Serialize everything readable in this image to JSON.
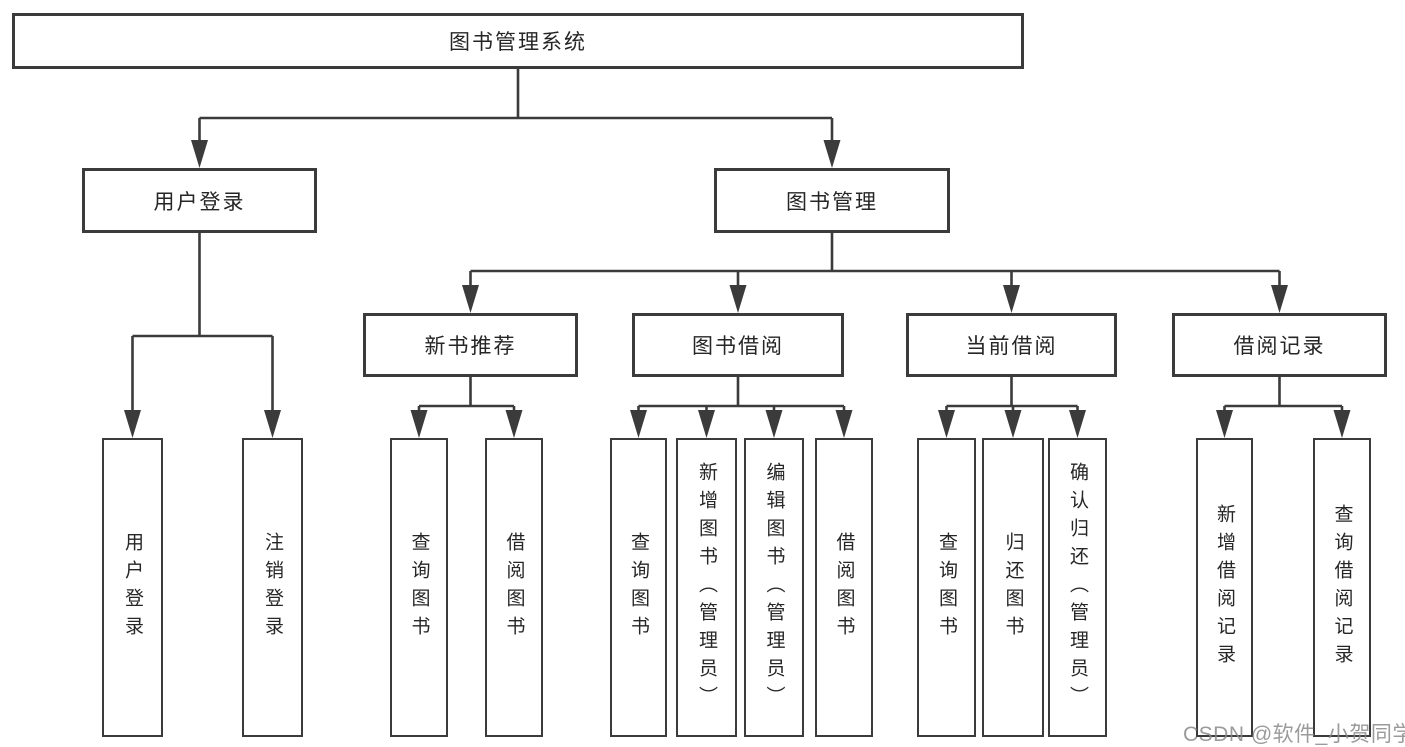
{
  "diagram": {
    "type": "hierarchy-chart",
    "background": "#ffffff"
  },
  "colors": {
    "line": "#3b3b3b",
    "box_border": "#3b3b3b",
    "box_fill": "#ffffff",
    "text": "#262626",
    "watermark": "#8a8a8a"
  },
  "tree": {
    "label": "图书管理系统",
    "children": [
      {
        "label": "用户登录",
        "children": [
          {
            "label": "用户登录"
          },
          {
            "label": "注销登录"
          }
        ]
      },
      {
        "label": "图书管理",
        "children": [
          {
            "label": "新书推荐",
            "children": [
              {
                "label": "查询图书"
              },
              {
                "label": "借阅图书"
              }
            ]
          },
          {
            "label": "图书借阅",
            "children": [
              {
                "label": "查询图书"
              },
              {
                "label": "新增图书（管理员）"
              },
              {
                "label": "编辑图书（管理员）"
              },
              {
                "label": "借阅图书"
              }
            ]
          },
          {
            "label": "当前借阅",
            "children": [
              {
                "label": "查询图书"
              },
              {
                "label": "归还图书"
              },
              {
                "label": "确认归还（管理员）"
              }
            ]
          },
          {
            "label": "借阅记录",
            "children": [
              {
                "label": "新增借阅记录"
              },
              {
                "label": "查询借阅记录"
              }
            ]
          }
        ]
      }
    ]
  },
  "watermark": {
    "text": "CSDN @软件_小贺同学"
  }
}
